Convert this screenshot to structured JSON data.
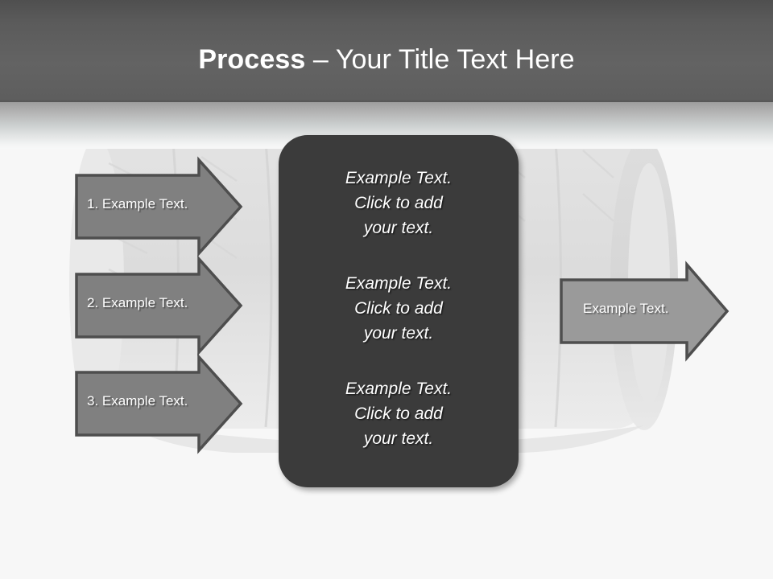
{
  "slide": {
    "title_strong": "Process",
    "title_rest": " – Your Title Text Here",
    "background_color": "#f7f7f7",
    "header_color": "#5e5e5e",
    "accent_color": "#3b3b3b"
  },
  "watermark": {
    "name": "tire-stack-watermark",
    "description": "faint stacked tires background image"
  },
  "inputs": [
    {
      "id": "input-1",
      "label": "1. Example Text.",
      "fill": "#808080",
      "stroke": "#4e4e4e"
    },
    {
      "id": "input-2",
      "label": "2. Example Text.",
      "fill": "#808080",
      "stroke": "#4e4e4e"
    },
    {
      "id": "input-3",
      "label": "3. Example Text.",
      "fill": "#808080",
      "stroke": "#4e4e4e"
    }
  ],
  "outputs": [
    {
      "id": "output-1",
      "label": "Example Text.",
      "fill": "#9a9a9a",
      "stroke": "#4e4e4e"
    }
  ],
  "center_panel": {
    "blocks": [
      "Example Text.\nClick  to add\nyour text.",
      "Example Text.\nClick  to add\nyour text.",
      "Example Text.\nClick  to add\nyour text."
    ]
  }
}
